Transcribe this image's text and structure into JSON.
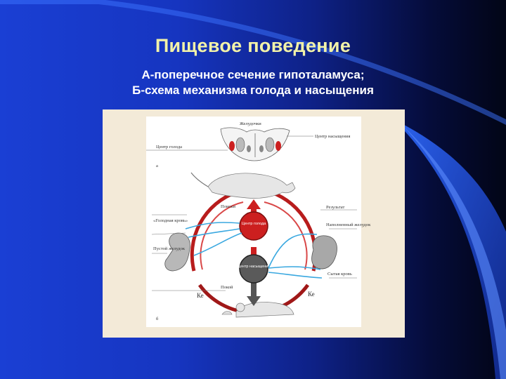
{
  "slide": {
    "title": "Пищевое поведение",
    "subtitle_line1": "А-поперечное сечение гипоталамуса;",
    "subtitle_line2": "Б-схема механизма голода и насыщения"
  },
  "figure": {
    "panel_a_letter": "а",
    "panel_b_letter": "б",
    "labels": {
      "stomach_top": "Желудочки",
      "satiety_center": "Центр насыщения",
      "hunger_center": "Центр голода",
      "search": "Поиски",
      "result": "Результат",
      "hungry_blood": "«Голодная кровь»",
      "empty_stomach": "Пустой желудок",
      "full_stomach": "Наполненный желудок",
      "satiated_blood": "Сытая кровь",
      "rest": "Покой",
      "hunger_center_node": "Центр голода",
      "satiety_center_node": "Центр насыщения",
      "ke_left": "Ке",
      "ke_right": "Ке"
    },
    "colors": {
      "hunger": "#cc1f1f",
      "satiety": "#555555",
      "arrows_blue": "#3aa8e0"
    }
  }
}
